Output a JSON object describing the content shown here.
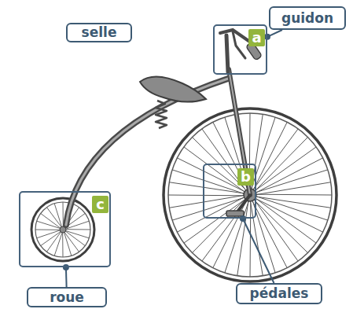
{
  "diagram": {
    "nodes": [
      {
        "text": [
          "selle"
        ]
      },
      {
        "text": [
          "guidon"
        ]
      },
      {
        "text": [
          "a"
        ]
      },
      {
        "text": [
          "b"
        ]
      },
      {
        "text": [
          "c"
        ]
      },
      {
        "text": [
          "pédales"
        ]
      },
      {
        "text": [
          "roue"
        ]
      }
    ],
    "edges": [
      {
        "from": 1,
        "to": 2,
        "arrow": "none"
      },
      {
        "from": 5,
        "to": 3,
        "arrow": "none"
      },
      {
        "from": 4,
        "to": 6,
        "arrow": "none"
      }
    ]
  }
}
